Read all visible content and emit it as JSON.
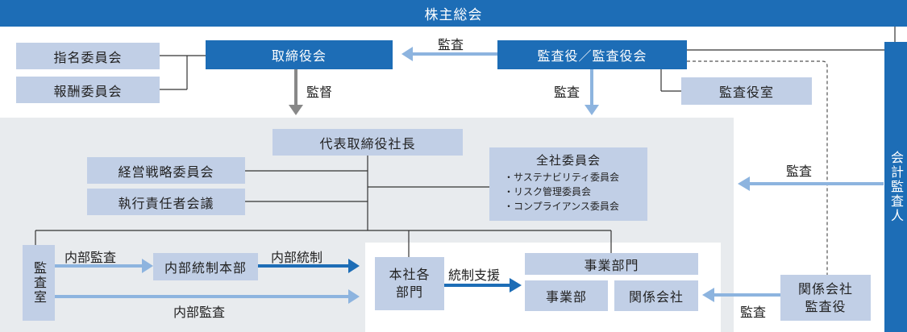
{
  "shareholders": "株主総会",
  "nomination_committee": "指名委員会",
  "compensation_committee": "報酬委員会",
  "board": "取締役会",
  "audit_board": "監査役／監査役会",
  "audit_office": "監査役室",
  "accounting_auditor": "会計監査人",
  "ceo": "代表取締役社長",
  "strategy_committee": "経営戦略委員会",
  "exec_officers_meeting": "執行責任者会議",
  "company_committee": {
    "title": "全社委員会",
    "items": [
      "・サステナビリティ委員会",
      "・リスク管理委員会",
      "・コンプライアンス委員会"
    ]
  },
  "audit_dept": "監査室",
  "ic_hq": "内部統制本部",
  "hq_depts": "本社各部門",
  "business_div": "事業部門",
  "business_unit": "事業部",
  "affiliates": "関係会社",
  "affiliate_auditors": "関係会社監査役",
  "labels": {
    "audit_to_board": "監査",
    "supervision": "監督",
    "audit_down": "監査",
    "audit_from_cpa": "監査",
    "internal_audit_1": "内部監査",
    "internal_control": "内部統制",
    "control_support": "統制支援",
    "internal_audit_2": "内部監査",
    "audit_from_affiliate": "監査"
  },
  "colors": {
    "dark": "#1d6db6",
    "light": "#c1cfe6",
    "panel": "#e8ebee",
    "arrow_light": "#8db4df",
    "arrow_gray": "#888888"
  }
}
